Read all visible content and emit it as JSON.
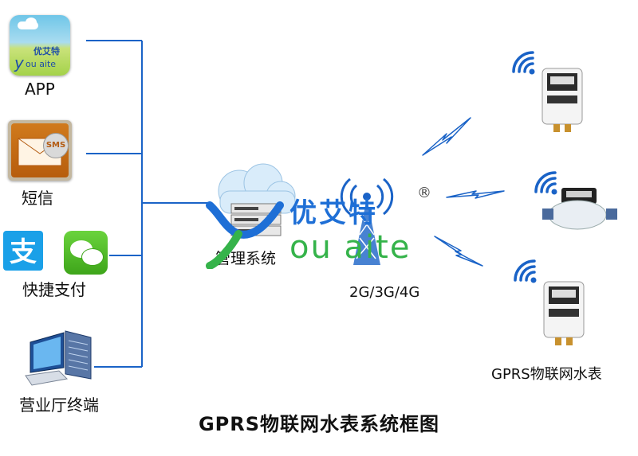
{
  "title": "GPRS物联网水表系统框图",
  "clients": [
    {
      "label": "APP",
      "icon": "app-icon"
    },
    {
      "label": "短信",
      "icon": "sms-envelope-icon"
    },
    {
      "label": "快捷支付",
      "icon": "alipay-wechat-icon"
    },
    {
      "label": "营业厅终端",
      "icon": "computer-terminal-icon"
    }
  ],
  "server": {
    "label": "管理系统",
    "icon": "cloud-server-icon"
  },
  "network": {
    "label": "2G/3G/4G",
    "icon": "antenna-tower-icon"
  },
  "meters": {
    "label": "GPRS物联网水表",
    "icon": "water-meter-icon"
  },
  "app_icon_text": {
    "cn": "优艾特",
    "en": "ou aite",
    "reg": "®"
  },
  "watermark": {
    "cn": "优艾特",
    "en": "ou aite",
    "reg": "®"
  },
  "sms_badge": "SMS",
  "colors": {
    "line": "#1a63c7",
    "logo_blue": "#1e6fd6",
    "logo_green": "#35b34a"
  }
}
